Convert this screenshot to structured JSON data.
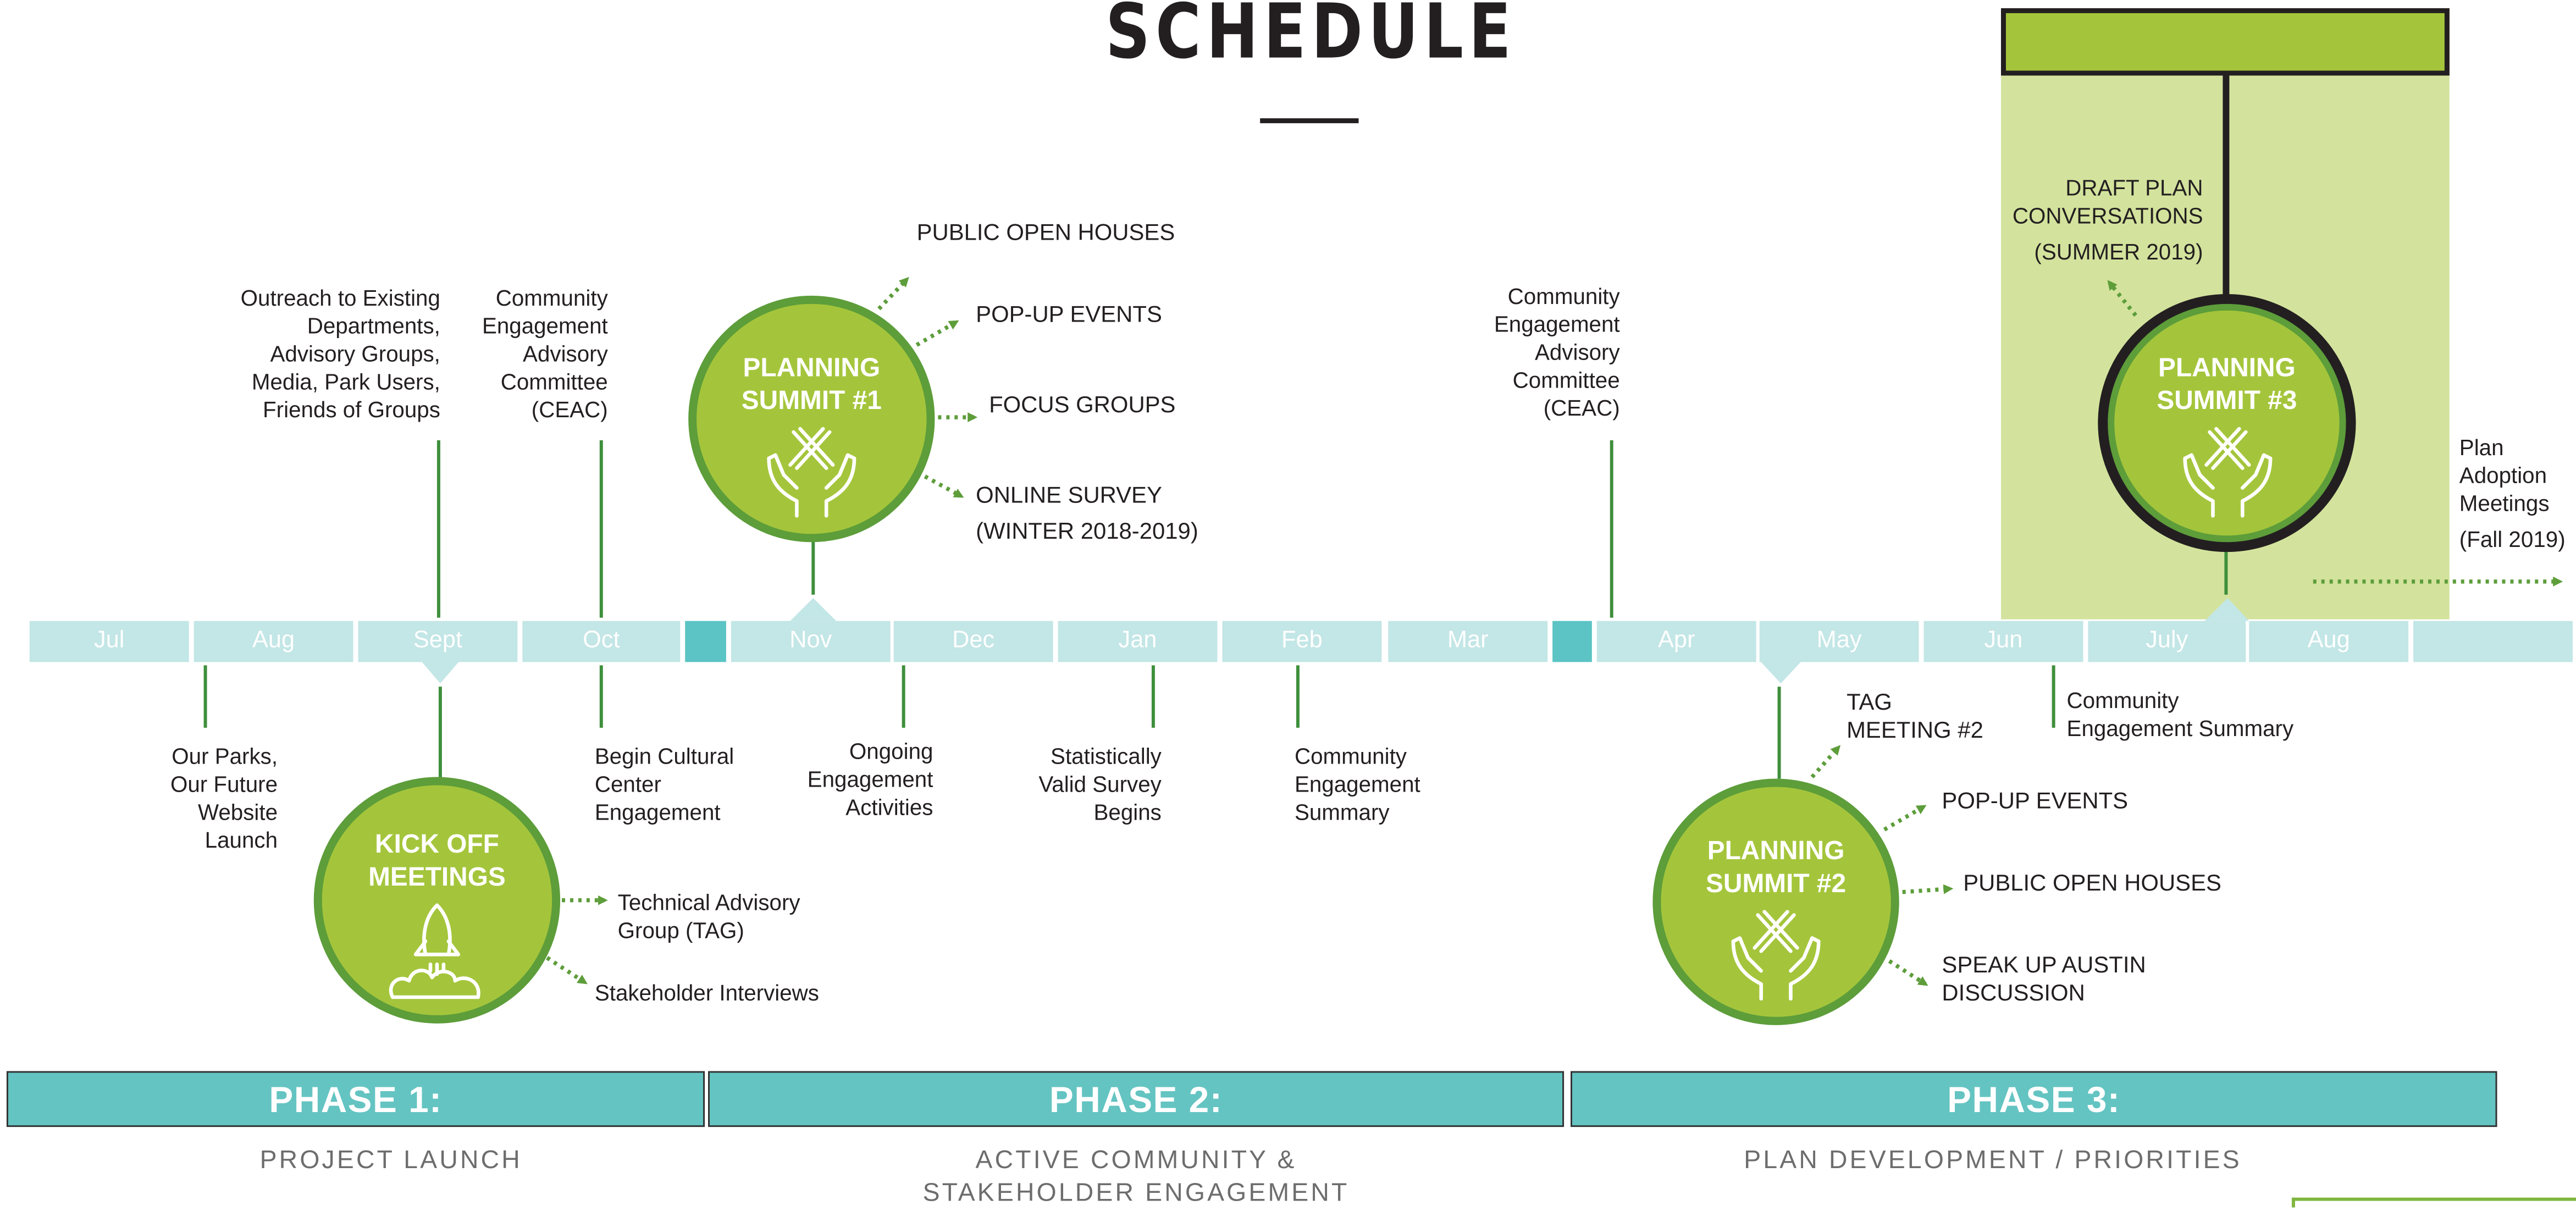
{
  "title": "SCHEDULE",
  "months": [
    "Jul",
    "Aug",
    "Sept",
    "Oct",
    "Nov",
    "Dec",
    "Jan",
    "Feb",
    "Mar",
    "Apr",
    "May",
    "Jun",
    "July",
    "Aug",
    ""
  ],
  "above": {
    "outreach": [
      "Outreach to Existing",
      "Departments,",
      "Advisory Groups,",
      "Media, Park Users,",
      "Friends of Groups"
    ],
    "ceac1": [
      "Community",
      "Engagement",
      "Advisory",
      "Committee",
      "(CEAC)"
    ],
    "ceac2": [
      "Community",
      "Engagement",
      "Advisory",
      "Committee",
      "(CEAC)"
    ],
    "draft_plan": [
      "DRAFT PLAN",
      "CONVERSATIONS"
    ],
    "draft_plan_date": "(SUMMER 2019)",
    "plan_adoption": [
      "Plan",
      "Adoption",
      "Meetings"
    ],
    "plan_adoption_date": "(Fall 2019)"
  },
  "below": {
    "website": [
      "Our Parks,",
      "Our Future",
      "Website",
      "Launch"
    ],
    "cultural": [
      "Begin Cultural",
      "Center",
      "Engagement"
    ],
    "ongoing": [
      "Ongoing",
      "Engagement",
      "Activities"
    ],
    "survey": [
      "Statistically",
      "Valid Survey",
      "Begins"
    ],
    "summary_feb": [
      "Community",
      "Engagement",
      "Summary"
    ],
    "summary_jun": [
      "Community",
      "Engagement Summary"
    ]
  },
  "summit1": {
    "label": [
      "PLANNING",
      "SUMMIT #1"
    ],
    "items": [
      "PUBLIC OPEN HOUSES",
      "POP-UP EVENTS",
      "FOCUS GROUPS",
      "ONLINE SURVEY"
    ],
    "date": "(WINTER 2018-2019)"
  },
  "kickoff": {
    "label": [
      "KICK OFF",
      "MEETINGS"
    ],
    "items": [
      [
        "Technical Advisory",
        "Group (TAG)"
      ],
      [
        "Stakeholder Interviews"
      ]
    ]
  },
  "summit2": {
    "label": [
      "PLANNING",
      "SUMMIT #2"
    ],
    "items": [
      [
        "TAG",
        "MEETING #2"
      ],
      [
        "POP-UP EVENTS"
      ],
      [
        "PUBLIC OPEN HOUSES"
      ],
      [
        "SPEAK UP AUSTIN",
        "DISCUSSION"
      ]
    ]
  },
  "summit3": {
    "label": [
      "PLANNING",
      "SUMMIT #3"
    ]
  },
  "phases": [
    {
      "name": "PHASE 1:",
      "subtitle": [
        "PROJECT LAUNCH"
      ]
    },
    {
      "name": "PHASE 2:",
      "subtitle": [
        "ACTIVE COMMUNITY &",
        "STAKEHOLDER ENGAGEMENT"
      ]
    },
    {
      "name": "PHASE 3:",
      "subtitle": [
        "PLAN DEVELOPMENT / PRIORITIES"
      ]
    }
  ],
  "colors": {
    "timeline": "#c3e6e6",
    "teal_accent": "#5cc4c4",
    "circle_fill": "#a4c53b",
    "circle_ring": "#5d9d3a",
    "phase_bar": "#64c4c2",
    "summer_panel": "#d3e39d",
    "summer_header": "#a4c53b"
  },
  "icons": [
    "pencil-ruler-hands-icon",
    "rocket-icon"
  ]
}
